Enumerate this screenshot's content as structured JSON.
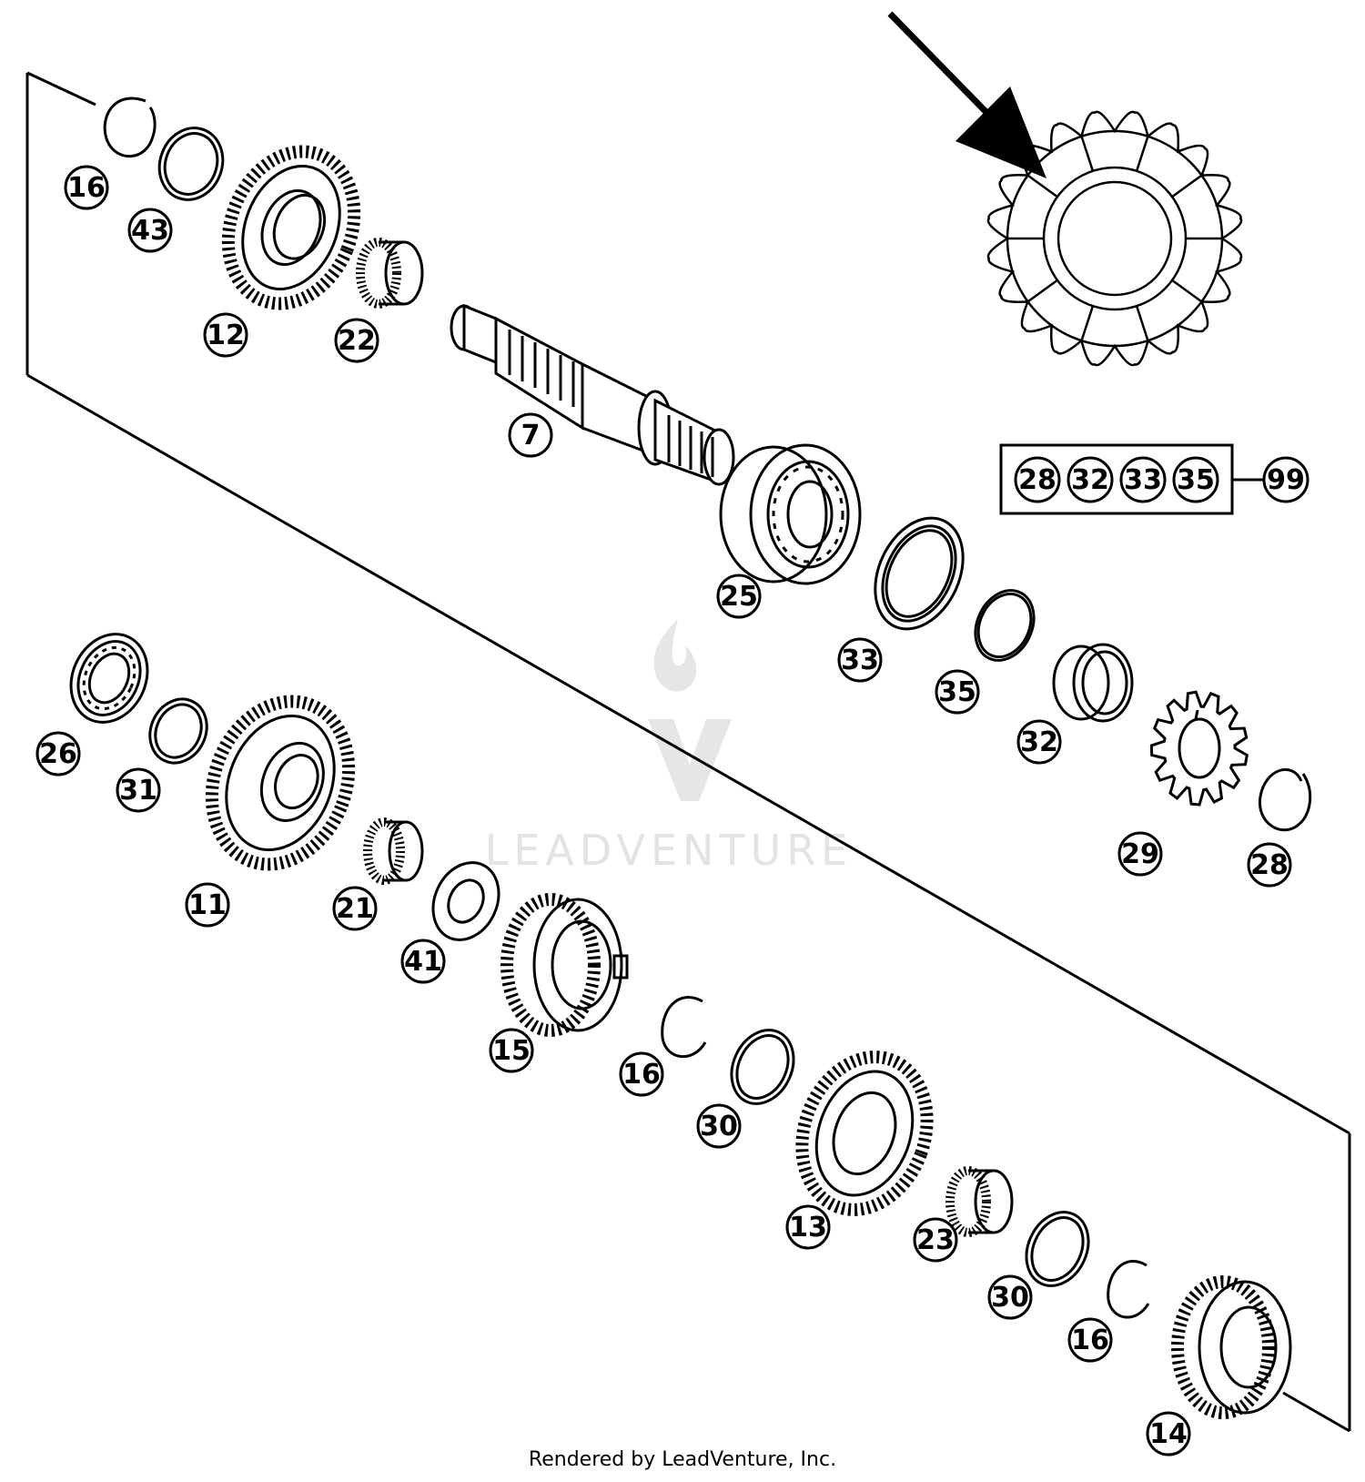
{
  "callouts": [
    {
      "label": "16"
    },
    {
      "label": "43"
    },
    {
      "label": "12"
    },
    {
      "label": "22"
    },
    {
      "label": "7"
    },
    {
      "label": "25"
    },
    {
      "label": "33"
    },
    {
      "label": "35"
    },
    {
      "label": "32"
    },
    {
      "label": "29"
    },
    {
      "label": "28"
    },
    {
      "label": "26"
    },
    {
      "label": "31"
    },
    {
      "label": "11"
    },
    {
      "label": "21"
    },
    {
      "label": "41"
    },
    {
      "label": "15"
    },
    {
      "label": "16"
    },
    {
      "label": "30"
    },
    {
      "label": "13"
    },
    {
      "label": "23"
    },
    {
      "label": "30"
    },
    {
      "label": "16"
    },
    {
      "label": "14"
    }
  ],
  "kit": {
    "members": [
      "28",
      "32",
      "33",
      "35"
    ],
    "label": "99"
  },
  "watermark": {
    "text": "LEADVENTURE"
  },
  "footer": {
    "text": "Rendered by LeadVenture, Inc."
  }
}
